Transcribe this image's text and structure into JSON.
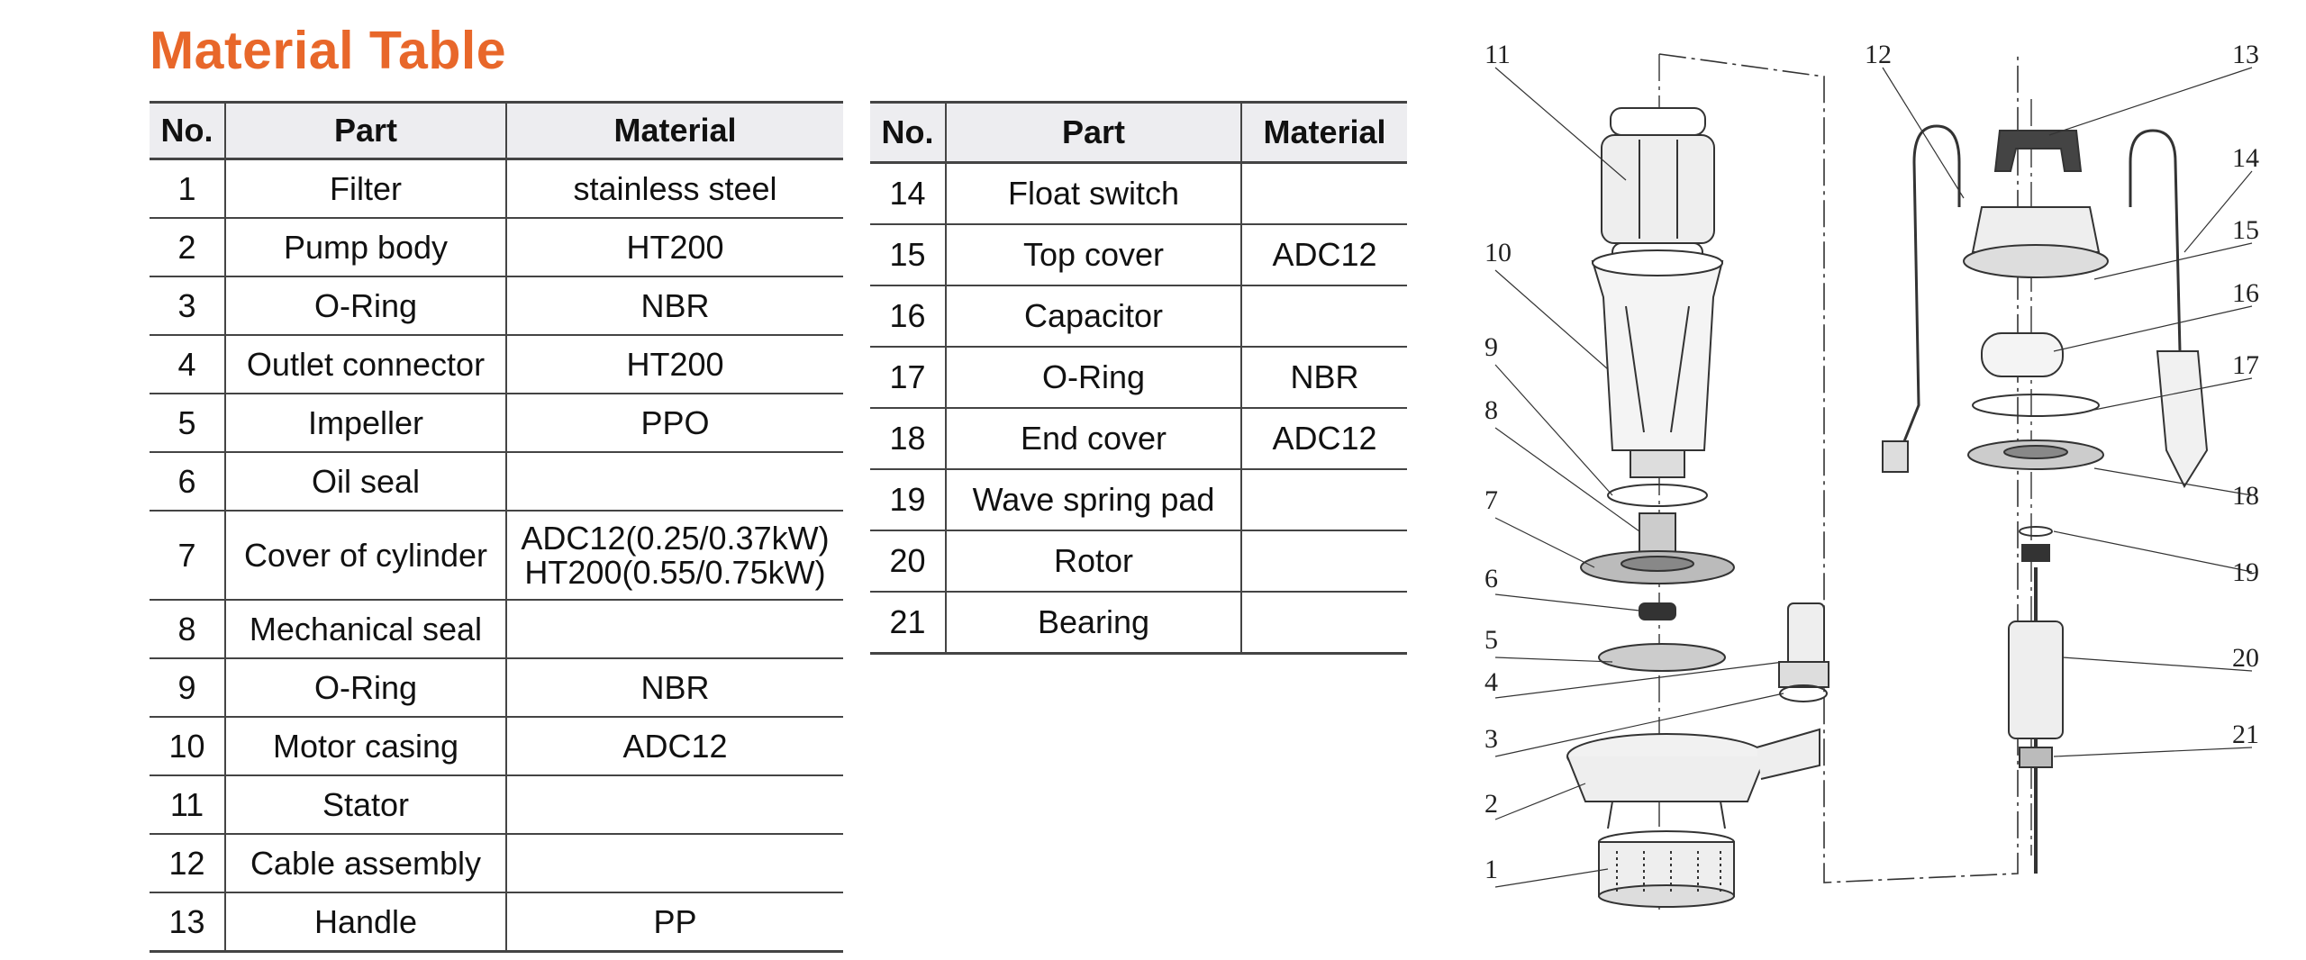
{
  "title": "Material Table",
  "headers": {
    "no": "No.",
    "part": "Part",
    "material": "Material"
  },
  "table_left": [
    {
      "no": "1",
      "part": "Filter",
      "material": "stainless steel"
    },
    {
      "no": "2",
      "part": "Pump body",
      "material": "HT200"
    },
    {
      "no": "3",
      "part": "O-Ring",
      "material": "NBR"
    },
    {
      "no": "4",
      "part": "Outlet connector",
      "material": "HT200"
    },
    {
      "no": "5",
      "part": "Impeller",
      "material": "PPO"
    },
    {
      "no": "6",
      "part": "Oil seal",
      "material": ""
    },
    {
      "no": "7",
      "part": "Cover of cylinder",
      "material": "ADC12(0.25/0.37kW)",
      "material2": "HT200(0.55/0.75kW)"
    },
    {
      "no": "8",
      "part": "Mechanical seal",
      "material": ""
    },
    {
      "no": "9",
      "part": "O-Ring",
      "material": "NBR"
    },
    {
      "no": "10",
      "part": "Motor casing",
      "material": "ADC12"
    },
    {
      "no": "11",
      "part": "Stator",
      "material": ""
    },
    {
      "no": "12",
      "part": "Cable assembly",
      "material": ""
    },
    {
      "no": "13",
      "part": "Handle",
      "material": "PP"
    }
  ],
  "table_right": [
    {
      "no": "14",
      "part": "Float switch",
      "material": ""
    },
    {
      "no": "15",
      "part": "Top cover",
      "material": "ADC12"
    },
    {
      "no": "16",
      "part": "Capacitor",
      "material": ""
    },
    {
      "no": "17",
      "part": "O-Ring",
      "material": "NBR"
    },
    {
      "no": "18",
      "part": "End cover",
      "material": "ADC12"
    },
    {
      "no": "19",
      "part": "Wave spring pad",
      "material": ""
    },
    {
      "no": "20",
      "part": "Rotor",
      "material": ""
    },
    {
      "no": "21",
      "part": "Bearing",
      "material": ""
    }
  ],
  "diagram_labels": [
    "1",
    "2",
    "3",
    "4",
    "5",
    "6",
    "7",
    "8",
    "9",
    "10",
    "11",
    "12",
    "13",
    "14",
    "15",
    "16",
    "17",
    "18",
    "19",
    "20",
    "21"
  ],
  "accent_color": "#e8672a"
}
